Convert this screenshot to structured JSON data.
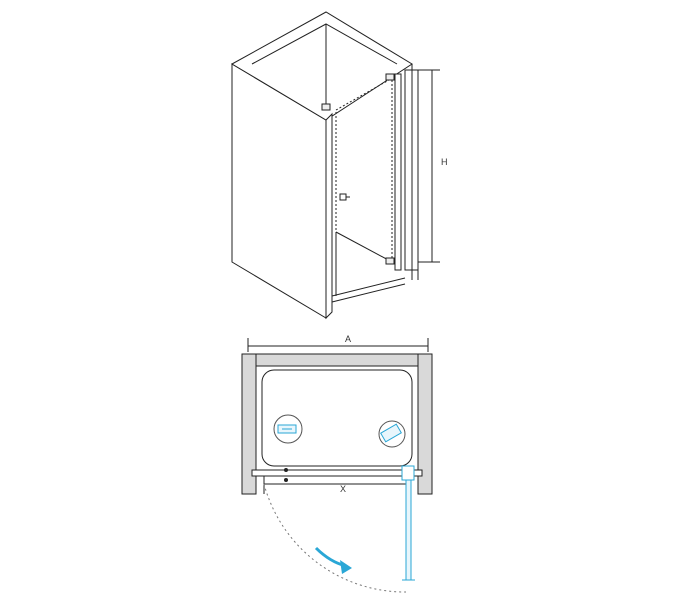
{
  "diagram": {
    "elevation": {
      "height_label": "H"
    },
    "plan": {
      "width_label": "A",
      "opening_label": "X"
    },
    "colors": {
      "line": "#222222",
      "wall_fill": "#d9d9d9",
      "tray_fill": "#ffffff",
      "accent": "#2aa7d6"
    }
  }
}
